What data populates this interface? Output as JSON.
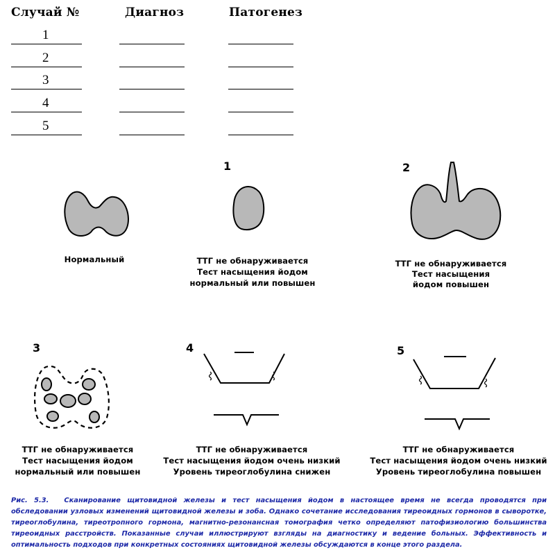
{
  "table": {
    "headers": [
      "Случай №",
      "Диагноз",
      "Патогенез"
    ],
    "rows": [
      "1",
      "2",
      "3",
      "4",
      "5"
    ]
  },
  "panels": {
    "normal": {
      "label": "Нормальный"
    },
    "case1": {
      "number": "1",
      "lines": [
        "ТТГ не обнаруживается",
        "Тест насыщения йодом",
        "нормальный или повышен"
      ]
    },
    "case2": {
      "number": "2",
      "lines": [
        "ТТГ не обнаруживается",
        "Тест насыщения",
        "йодом повышен"
      ]
    },
    "case3": {
      "number": "3",
      "lines": [
        "ТТГ не обнаруживается",
        "Тест насыщения йодом",
        "нормальный или повышен"
      ]
    },
    "case4": {
      "number": "4",
      "lines": [
        "ТТГ не обнаруживается",
        "Тест насыщения йодом очень низкий",
        "Уровень тиреоглобулина снижен"
      ]
    },
    "case5": {
      "number": "5",
      "lines": [
        "ТТГ не обнаруживается",
        "Тест насыщения йодом очень низкий",
        "Уровень тиреоглобулина повышен"
      ]
    }
  },
  "caption": {
    "figure": "Рис. 5.3.",
    "text": "Сканирование щитовидной железы и тест насыщения йодом в настоящее время не всегда проводятся при обследовании узловых изменений щитовидной железы и зоба. Однако сочетание исследования тиреоидных гормонов в сыворотке, тиреоглобулина, тиреотропного гормона, магнитно-резонансная томография четко определяют патофизиологию большинства тиреоидных расстройств. Показанные случаи иллюстрируют взгляды на диагностику и ведение больных. Эффективность и оптимальность подходов при конкретных состояниях щитовидной железы обсуждаются в конце этого раздела."
  },
  "colors": {
    "scan_fill": "#b8b8b8",
    "caption": "#1e2aa8"
  }
}
